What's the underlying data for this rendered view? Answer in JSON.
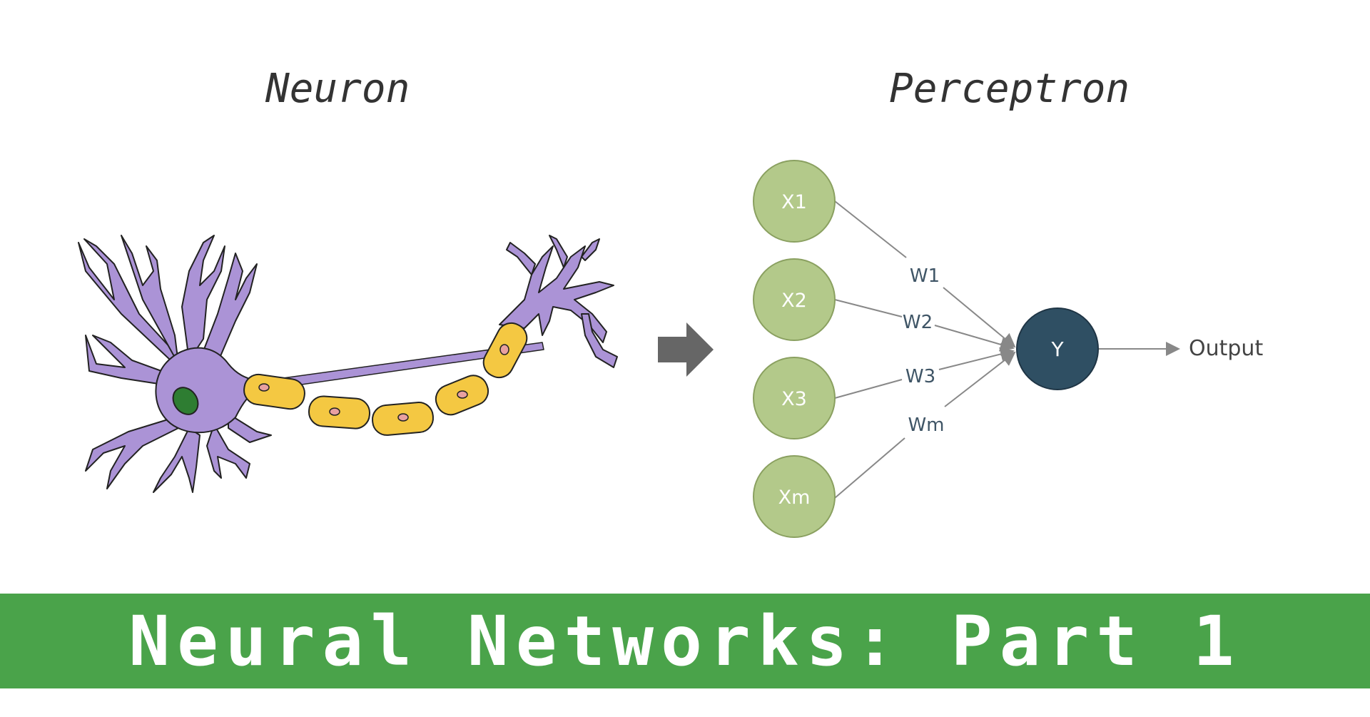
{
  "headings": {
    "neuron": "Neuron",
    "perceptron": "Perceptron"
  },
  "perceptron": {
    "inputs": [
      "X1",
      "X2",
      "X3",
      "Xm"
    ],
    "weights": [
      "W1",
      "W2",
      "W3",
      "Wm"
    ],
    "output_node": "Y",
    "output_label": "Output"
  },
  "banner": {
    "title": "Neural Networks: Part 1"
  },
  "colors": {
    "input_node": "#b3c98a",
    "output_node": "#2f4f63",
    "banner": "#4aa34a",
    "neuron_body": "#ab93d6",
    "myelin": "#f4c842",
    "nucleus": "#2e7d32"
  }
}
